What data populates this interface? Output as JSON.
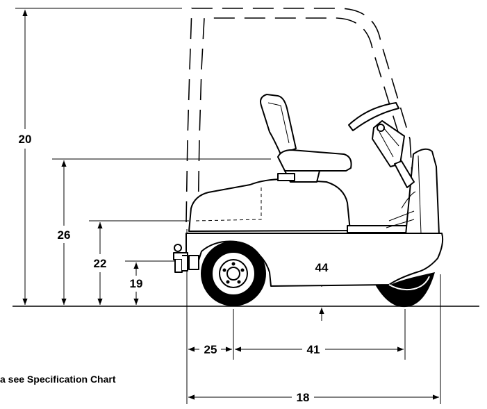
{
  "dimensions": {
    "overall_height": "20",
    "seat_height": "26",
    "body_height": "22",
    "coupling_height": "19",
    "ground_clearance": "44",
    "front_overhang": "25",
    "wheelbase": "41",
    "overall_length": "18"
  },
  "footnote": "a see Specification Chart"
}
